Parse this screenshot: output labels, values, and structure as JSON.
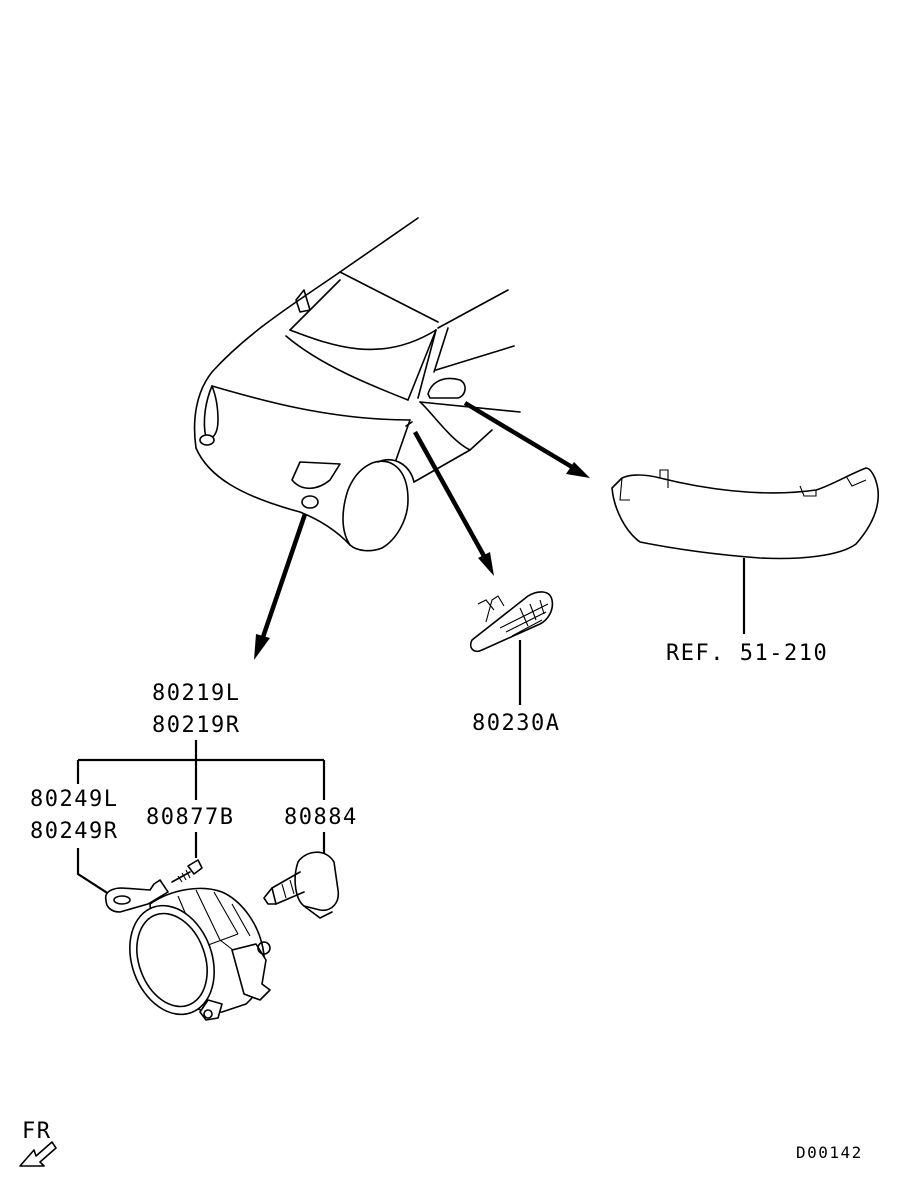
{
  "labels": {
    "fog_lamp_assy_l": "80219L",
    "fog_lamp_assy_r": "80219R",
    "bracket_l": "80249L",
    "bracket_r": "80249R",
    "screw": "80877B",
    "bulb": "80884",
    "side_turn_lamp": "80230A",
    "mirror_ref": "REF. 51-210",
    "front_indicator": "FR",
    "diagram_code": "D00142"
  }
}
